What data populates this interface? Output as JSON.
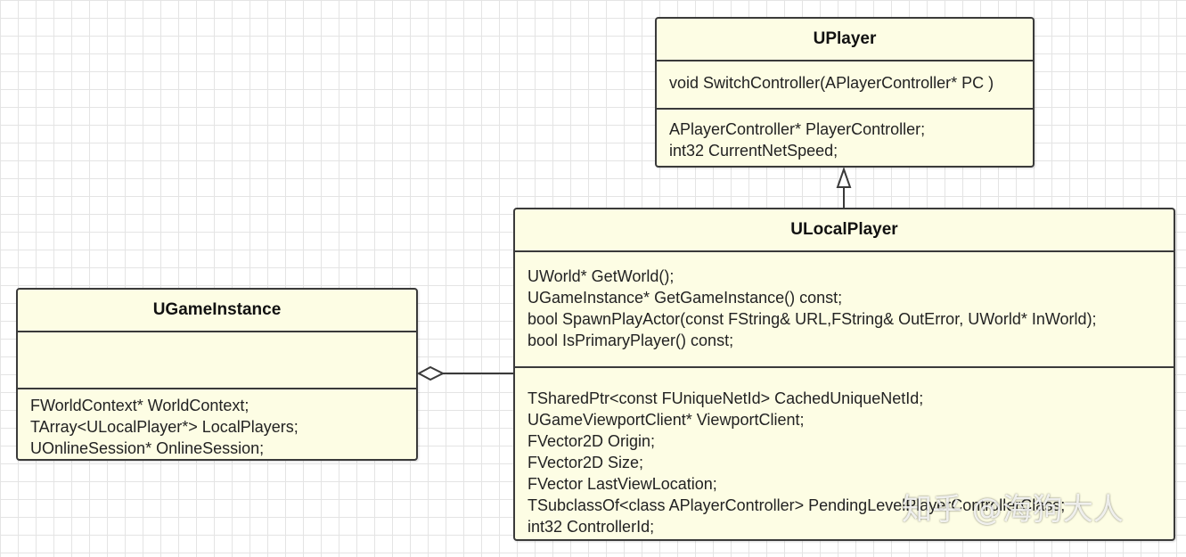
{
  "classes": {
    "uplayer": {
      "name": "UPlayer",
      "methods": [
        "void SwitchController(APlayerController* PC )"
      ],
      "attributes": [
        "APlayerController* PlayerController;",
        "int32 CurrentNetSpeed;"
      ]
    },
    "ulocalplayer": {
      "name": "ULocalPlayer",
      "methods": [
        "UWorld* GetWorld();",
        "UGameInstance* GetGameInstance() const;",
        "bool SpawnPlayActor(const FString& URL,FString& OutError, UWorld* InWorld);",
        "bool IsPrimaryPlayer() const;"
      ],
      "attributes": [
        "TSharedPtr<const FUniqueNetId> CachedUniqueNetId;",
        "UGameViewportClient* ViewportClient;",
        "FVector2D Origin;",
        "FVector2D Size;",
        "FVector LastViewLocation;",
        "TSubclassOf<class APlayerController> PendingLevelPlayerControllerClass;",
        "int32 ControllerId;"
      ]
    },
    "ugameinstance": {
      "name": "UGameInstance",
      "methods": [],
      "attributes": [
        "FWorldContext* WorldContext;",
        "TArray<ULocalPlayer*> LocalPlayers;",
        "UOnlineSession* OnlineSession;"
      ]
    }
  },
  "watermark": "知乎 @海狗大人",
  "colors": {
    "class_fill": "#fdfde4",
    "border": "#3a3a3a",
    "grid": "#e4e4e4"
  }
}
